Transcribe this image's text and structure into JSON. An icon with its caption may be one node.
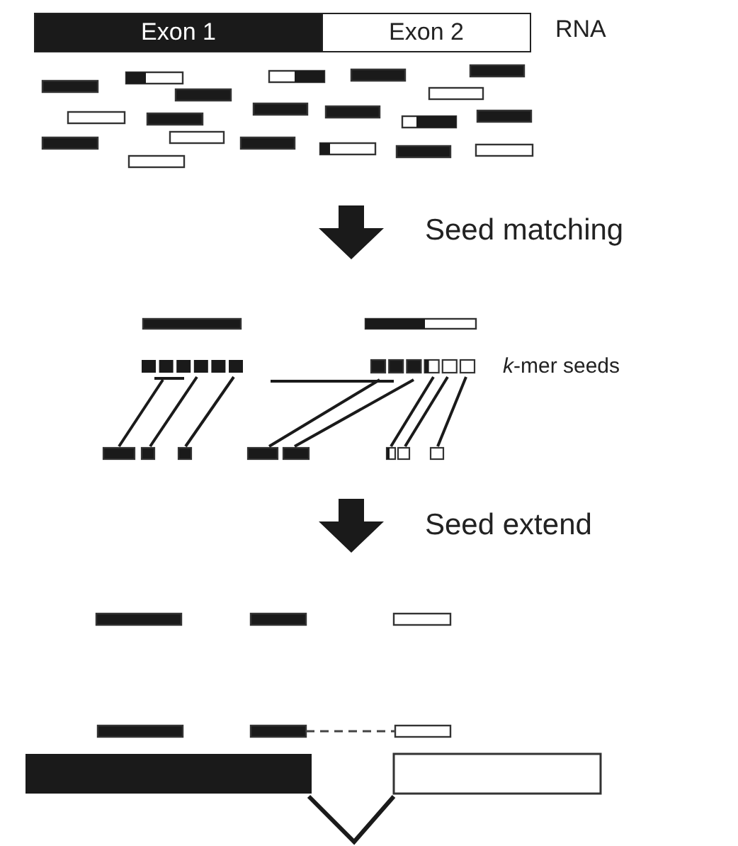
{
  "diagram": {
    "nodes": [
      {
        "text": [
          "Exon 1"
        ]
      },
      {
        "text": [
          "Exon 2"
        ]
      }
    ],
    "labels": [
      "RNA",
      "Seed matching",
      "*k*-mer seeds",
      "Seed extend"
    ]
  }
}
